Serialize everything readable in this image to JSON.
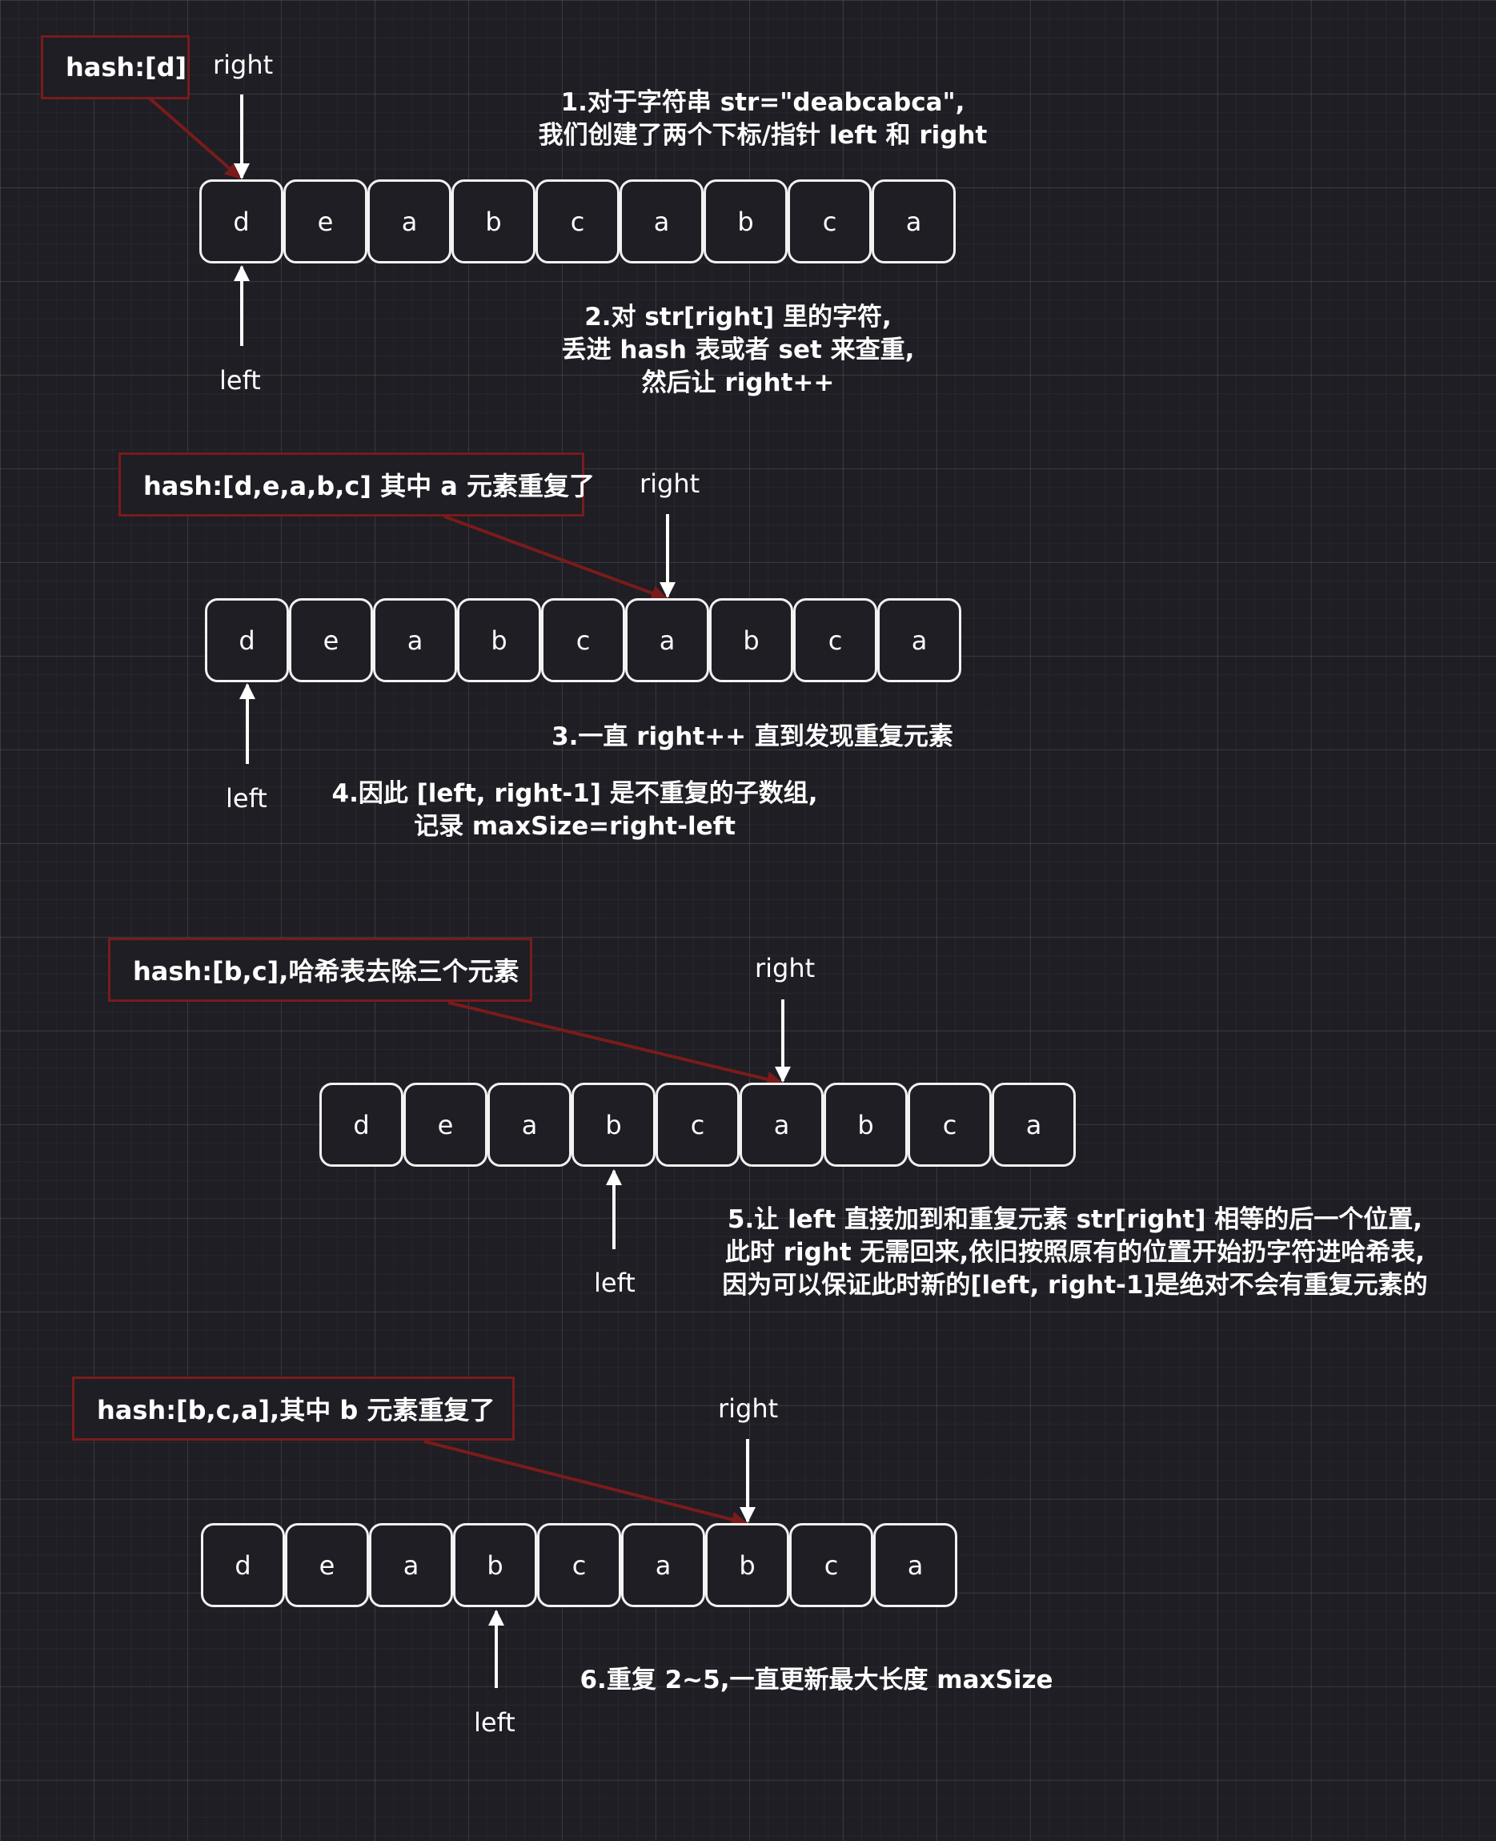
{
  "string_chars": [
    "d",
    "e",
    "a",
    "b",
    "c",
    "a",
    "b",
    "c",
    "a"
  ],
  "colors": {
    "background": "#1e1e24",
    "cell_border": "#f2f2f2",
    "hash_border": "#7a1b1b",
    "hash_arrow": "#7a1b1b",
    "pointer_arrow": "#ffffff"
  },
  "pointer_labels": {
    "left": "left",
    "right": "right"
  },
  "steps": [
    {
      "hash_label": "hash:[d]",
      "notes": [
        "1.对于字符串 str=\"deabcabca\",\n我们创建了两个下标/指针 left 和 right",
        "2.对 str[right] 里的字符,\n丢进 hash 表或者 set 来查重,\n然后让 right++"
      ],
      "left_index": 0,
      "right_index": 0
    },
    {
      "hash_label": "hash:[d,e,a,b,c] 其中 a 元素重复了",
      "notes": [
        "3.一直 right++ 直到发现重复元素",
        "4.因此 [left, right-1] 是不重复的子数组,\n记录 maxSize=right-left"
      ],
      "left_index": 0,
      "right_index": 5
    },
    {
      "hash_label": "hash:[b,c],哈希表去除三个元素",
      "notes": [
        "5.让 left 直接加到和重复元素 str[right] 相等的后一个位置,\n此时 right 无需回来,依旧按照原有的位置开始扔字符进哈希表,\n因为可以保证此时新的[left, right-1]是绝对不会有重复元素的"
      ],
      "left_index": 3,
      "right_index": 5
    },
    {
      "hash_label": "hash:[b,c,a],其中 b 元素重复了",
      "notes": [
        "6.重复 2~5,一直更新最大长度 maxSize"
      ],
      "left_index": 3,
      "right_index": 6
    }
  ]
}
